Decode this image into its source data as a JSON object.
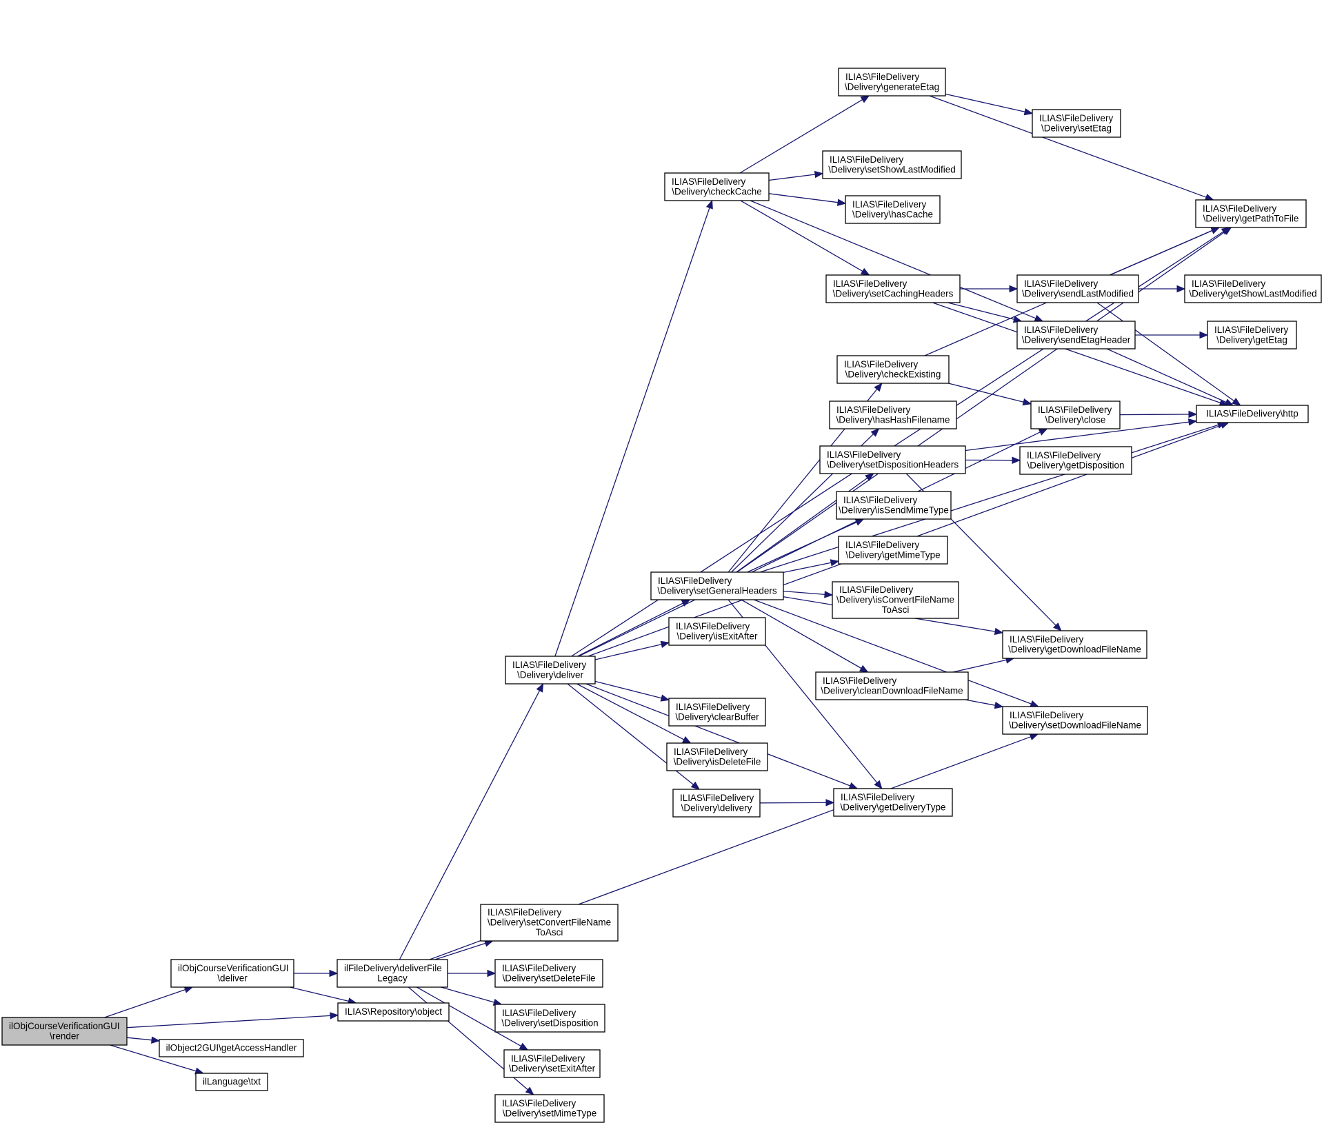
{
  "diagram": {
    "type": "call-graph",
    "colors": {
      "edge": "#191970",
      "node_border": "#000000",
      "root_fill": "#bfbfbf",
      "node_fill": "#ffffff"
    },
    "nodes": [
      {
        "id": "render",
        "lines": [
          "ilObjCourseVerificationGUI",
          "\\render"
        ],
        "root": true
      },
      {
        "id": "gui_deliver",
        "lines": [
          "ilObjCourseVerificationGUI",
          "\\deliver"
        ]
      },
      {
        "id": "repo_object",
        "lines": [
          "ILIAS\\Repository\\object"
        ]
      },
      {
        "id": "access_handler",
        "lines": [
          "ilObject2GUI\\getAccessHandler"
        ]
      },
      {
        "id": "lang_txt",
        "lines": [
          "ilLanguage\\txt"
        ]
      },
      {
        "id": "deliver_legacy",
        "lines": [
          "ilFileDelivery\\deliverFile",
          "Legacy"
        ]
      },
      {
        "id": "set_convert",
        "lines": [
          "ILIAS\\FileDelivery",
          "\\Delivery\\setConvertFileName",
          "ToAsci"
        ]
      },
      {
        "id": "set_delete",
        "lines": [
          "ILIAS\\FileDelivery",
          "\\Delivery\\setDeleteFile"
        ]
      },
      {
        "id": "set_disposition",
        "lines": [
          "ILIAS\\FileDelivery",
          "\\Delivery\\setDisposition"
        ]
      },
      {
        "id": "set_exit_after",
        "lines": [
          "ILIAS\\FileDelivery",
          "\\Delivery\\setExitAfter"
        ]
      },
      {
        "id": "set_mime",
        "lines": [
          "ILIAS\\FileDelivery",
          "\\Delivery\\setMimeType"
        ]
      },
      {
        "id": "fd_deliver",
        "lines": [
          "ILIAS\\FileDelivery",
          "\\Delivery\\deliver"
        ]
      },
      {
        "id": "check_cache",
        "lines": [
          "ILIAS\\FileDelivery",
          "\\Delivery\\checkCache"
        ]
      },
      {
        "id": "general_headers",
        "lines": [
          "ILIAS\\FileDelivery",
          "\\Delivery\\setGeneralHeaders"
        ]
      },
      {
        "id": "is_exit_after",
        "lines": [
          "ILIAS\\FileDelivery",
          "\\Delivery\\isExitAfter"
        ]
      },
      {
        "id": "clear_buffer",
        "lines": [
          "ILIAS\\FileDelivery",
          "\\Delivery\\clearBuffer"
        ]
      },
      {
        "id": "is_delete",
        "lines": [
          "ILIAS\\FileDelivery",
          "\\Delivery\\isDeleteFile"
        ]
      },
      {
        "id": "delivery",
        "lines": [
          "ILIAS\\FileDelivery",
          "\\Delivery\\delivery"
        ]
      },
      {
        "id": "generate_etag",
        "lines": [
          "ILIAS\\FileDelivery",
          "\\Delivery\\generateEtag"
        ]
      },
      {
        "id": "set_show_lm",
        "lines": [
          "ILIAS\\FileDelivery",
          "\\Delivery\\setShowLastModified"
        ]
      },
      {
        "id": "has_cache",
        "lines": [
          "ILIAS\\FileDelivery",
          "\\Delivery\\hasCache"
        ]
      },
      {
        "id": "caching_headers",
        "lines": [
          "ILIAS\\FileDelivery",
          "\\Delivery\\setCachingHeaders"
        ]
      },
      {
        "id": "check_existing",
        "lines": [
          "ILIAS\\FileDelivery",
          "\\Delivery\\checkExisting"
        ]
      },
      {
        "id": "has_hash",
        "lines": [
          "ILIAS\\FileDelivery",
          "\\Delivery\\hasHashFilename"
        ]
      },
      {
        "id": "disp_headers",
        "lines": [
          "ILIAS\\FileDelivery",
          "\\Delivery\\setDispositionHeaders"
        ]
      },
      {
        "id": "is_send_mime",
        "lines": [
          "ILIAS\\FileDelivery",
          "\\Delivery\\isSendMimeType"
        ]
      },
      {
        "id": "get_mime",
        "lines": [
          "ILIAS\\FileDelivery",
          "\\Delivery\\getMimeType"
        ]
      },
      {
        "id": "is_convert",
        "lines": [
          "ILIAS\\FileDelivery",
          "\\Delivery\\isConvertFileName",
          "ToAsci"
        ]
      },
      {
        "id": "clean_dl",
        "lines": [
          "ILIAS\\FileDelivery",
          "\\Delivery\\cleanDownloadFileName"
        ]
      },
      {
        "id": "get_delivery_type",
        "lines": [
          "ILIAS\\FileDelivery",
          "\\Delivery\\getDeliveryType"
        ]
      },
      {
        "id": "set_etag",
        "lines": [
          "ILIAS\\FileDelivery",
          "\\Delivery\\setEtag"
        ]
      },
      {
        "id": "get_path",
        "lines": [
          "ILIAS\\FileDelivery",
          "\\Delivery\\getPathToFile"
        ]
      },
      {
        "id": "send_lm",
        "lines": [
          "ILIAS\\FileDelivery",
          "\\Delivery\\sendLastModified"
        ]
      },
      {
        "id": "send_etag",
        "lines": [
          "ILIAS\\FileDelivery",
          "\\Delivery\\sendEtagHeader"
        ]
      },
      {
        "id": "close",
        "lines": [
          "ILIAS\\FileDelivery",
          "\\Delivery\\close"
        ]
      },
      {
        "id": "get_disposition",
        "lines": [
          "ILIAS\\FileDelivery",
          "\\Delivery\\getDisposition"
        ]
      },
      {
        "id": "get_dl_name",
        "lines": [
          "ILIAS\\FileDelivery",
          "\\Delivery\\getDownloadFileName"
        ]
      },
      {
        "id": "set_dl_name",
        "lines": [
          "ILIAS\\FileDelivery",
          "\\Delivery\\setDownloadFileName"
        ]
      },
      {
        "id": "get_show_lm",
        "lines": [
          "ILIAS\\FileDelivery",
          "\\Delivery\\getShowLastModified"
        ]
      },
      {
        "id": "get_etag",
        "lines": [
          "ILIAS\\FileDelivery",
          "\\Delivery\\getEtag"
        ]
      },
      {
        "id": "http",
        "lines": [
          "ILIAS\\FileDelivery\\http"
        ]
      }
    ],
    "edges": [
      [
        "render",
        "gui_deliver"
      ],
      [
        "render",
        "repo_object"
      ],
      [
        "render",
        "access_handler"
      ],
      [
        "render",
        "lang_txt"
      ],
      [
        "gui_deliver",
        "deliver_legacy"
      ],
      [
        "gui_deliver",
        "repo_object"
      ],
      [
        "deliver_legacy",
        "fd_deliver"
      ],
      [
        "deliver_legacy",
        "set_dl_name"
      ],
      [
        "deliver_legacy",
        "set_convert"
      ],
      [
        "deliver_legacy",
        "set_delete"
      ],
      [
        "deliver_legacy",
        "set_disposition"
      ],
      [
        "deliver_legacy",
        "set_exit_after"
      ],
      [
        "deliver_legacy",
        "set_mime"
      ],
      [
        "fd_deliver",
        "get_path"
      ],
      [
        "fd_deliver",
        "check_cache"
      ],
      [
        "fd_deliver",
        "close"
      ],
      [
        "fd_deliver",
        "general_headers"
      ],
      [
        "fd_deliver",
        "is_exit_after"
      ],
      [
        "fd_deliver",
        "get_delivery_type"
      ],
      [
        "fd_deliver",
        "clear_buffer"
      ],
      [
        "fd_deliver",
        "is_delete"
      ],
      [
        "fd_deliver",
        "delivery"
      ],
      [
        "fd_deliver",
        "http"
      ],
      [
        "check_cache",
        "generate_etag"
      ],
      [
        "check_cache",
        "send_etag"
      ],
      [
        "check_cache",
        "set_show_lm"
      ],
      [
        "check_cache",
        "has_cache"
      ],
      [
        "check_cache",
        "caching_headers"
      ],
      [
        "generate_etag",
        "get_path"
      ],
      [
        "generate_etag",
        "set_etag"
      ],
      [
        "general_headers",
        "get_path"
      ],
      [
        "general_headers",
        "check_existing"
      ],
      [
        "general_headers",
        "has_hash"
      ],
      [
        "general_headers",
        "disp_headers"
      ],
      [
        "general_headers",
        "is_send_mime"
      ],
      [
        "general_headers",
        "get_mime"
      ],
      [
        "general_headers",
        "is_convert"
      ],
      [
        "general_headers",
        "get_dl_name"
      ],
      [
        "general_headers",
        "clean_dl"
      ],
      [
        "general_headers",
        "set_dl_name"
      ],
      [
        "general_headers",
        "get_delivery_type"
      ],
      [
        "general_headers",
        "http"
      ],
      [
        "caching_headers",
        "send_lm"
      ],
      [
        "caching_headers",
        "send_etag"
      ],
      [
        "caching_headers",
        "http"
      ],
      [
        "check_existing",
        "get_path"
      ],
      [
        "check_existing",
        "close"
      ],
      [
        "send_lm",
        "get_path"
      ],
      [
        "send_lm",
        "get_show_lm"
      ],
      [
        "send_lm",
        "http"
      ],
      [
        "send_etag",
        "get_etag"
      ],
      [
        "send_etag",
        "http"
      ],
      [
        "close",
        "http"
      ],
      [
        "disp_headers",
        "get_disposition"
      ],
      [
        "disp_headers",
        "http"
      ],
      [
        "disp_headers",
        "get_dl_name"
      ],
      [
        "clean_dl",
        "get_dl_name"
      ],
      [
        "clean_dl",
        "set_dl_name"
      ],
      [
        "delivery",
        "get_delivery_type"
      ]
    ]
  }
}
